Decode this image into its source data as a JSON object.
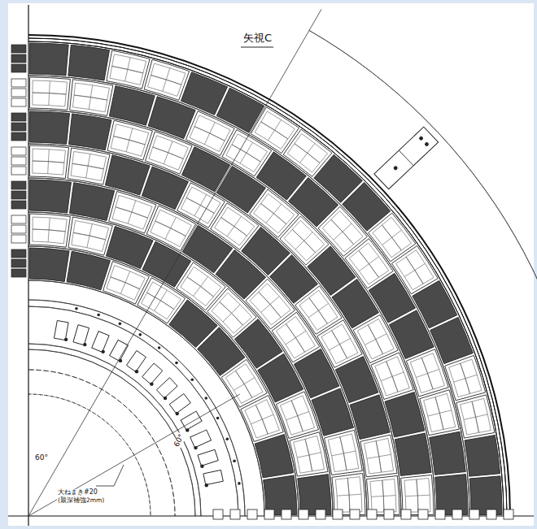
{
  "diagram": {
    "labels": [
      "矢視C",
      "60°",
      "60°",
      "大ねまき#20",
      "(最深補強2mm)"
    ]
  }
}
